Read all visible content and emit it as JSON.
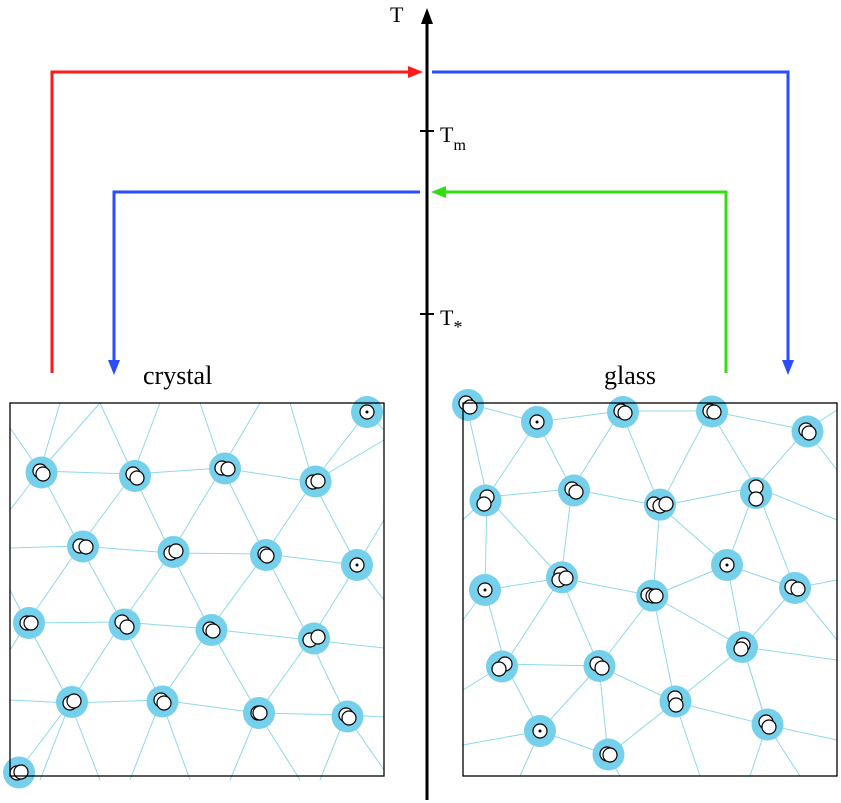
{
  "axis": {
    "label": "T",
    "ticks": [
      {
        "base": "T",
        "sub": "m"
      },
      {
        "base": "T",
        "sub": "*"
      }
    ]
  },
  "panels": {
    "crystal": {
      "label": "crystal",
      "sites": [
        [
          [
            367,
            412,
            0
          ]
        ],
        [
          [
            40,
            471,
            1
          ],
          [
            43,
            474,
            1
          ]
        ],
        [
          [
            133,
            474,
            1
          ],
          [
            137,
            478,
            1
          ]
        ],
        [
          [
            222,
            468,
            1
          ],
          [
            228,
            469,
            1
          ]
        ],
        [
          [
            313,
            482,
            1
          ],
          [
            318,
            481,
            1
          ]
        ],
        [
          [
            80,
            546,
            1
          ],
          [
            86,
            547,
            1
          ]
        ],
        [
          [
            171,
            553,
            1
          ],
          [
            176,
            551,
            1
          ]
        ],
        [
          [
            265,
            554,
            1
          ],
          [
            267,
            556,
            1
          ]
        ],
        [
          [
            357,
            565,
            0
          ]
        ],
        [
          [
            27,
            623,
            1
          ],
          [
            31,
            623,
            1
          ]
        ],
        [
          [
            122,
            622,
            1
          ],
          [
            127,
            627,
            1
          ]
        ],
        [
          [
            210,
            629,
            1
          ],
          [
            213,
            631,
            1
          ]
        ],
        [
          [
            310,
            640,
            1
          ],
          [
            318,
            637,
            1
          ]
        ],
        [
          [
            70,
            703,
            1
          ],
          [
            74,
            701,
            1
          ]
        ],
        [
          [
            161,
            700,
            1
          ],
          [
            164,
            703,
            1
          ]
        ],
        [
          [
            258,
            713,
            1
          ],
          [
            260,
            713,
            1
          ]
        ],
        [
          [
            346,
            715,
            1
          ],
          [
            349,
            718,
            1
          ]
        ],
        [
          [
            17,
            773,
            1
          ],
          [
            21,
            772,
            1
          ]
        ]
      ]
    },
    "glass": {
      "label": "glass",
      "sites": [
        [
          [
            466,
            403,
            1
          ],
          [
            470,
            407,
            1
          ]
        ],
        [
          [
            537,
            422,
            0
          ]
        ],
        [
          [
            621,
            411,
            1
          ],
          [
            625,
            413,
            1
          ]
        ],
        [
          [
            710,
            411,
            1
          ],
          [
            714,
            412,
            1
          ]
        ],
        [
          [
            806,
            430,
            1
          ],
          [
            809,
            433,
            1
          ]
        ],
        [
          [
            487,
            497,
            1
          ],
          [
            484,
            504,
            1
          ]
        ],
        [
          [
            572,
            489,
            1
          ],
          [
            576,
            492,
            1
          ]
        ],
        [
          [
            654,
            504,
            1
          ],
          [
            660,
            506,
            1
          ],
          [
            666,
            504,
            1
          ]
        ],
        [
          [
            756,
            487,
            1
          ],
          [
            756,
            499,
            1
          ]
        ],
        [
          [
            485,
            590,
            0
          ]
        ],
        [
          [
            561,
            574,
            1
          ],
          [
            559,
            580,
            1
          ],
          [
            566,
            578,
            1
          ]
        ],
        [
          [
            648,
            595,
            1
          ],
          [
            653,
            596,
            1
          ],
          [
            656,
            596,
            1
          ]
        ],
        [
          [
            727,
            565,
            0
          ]
        ],
        [
          [
            792,
            587,
            1
          ],
          [
            798,
            589,
            1
          ]
        ],
        [
          [
            505,
            664,
            1
          ],
          [
            499,
            669,
            1
          ]
        ],
        [
          [
            597,
            664,
            1
          ],
          [
            602,
            668,
            1
          ]
        ],
        [
          [
            743,
            645,
            1
          ],
          [
            741,
            649,
            1
          ]
        ],
        [
          [
            675,
            698,
            1
          ],
          [
            676,
            705,
            1
          ]
        ],
        [
          [
            540,
            731,
            0
          ]
        ],
        [
          [
            766,
            722,
            1
          ],
          [
            769,
            727,
            1
          ]
        ],
        [
          [
            607,
            754,
            1
          ],
          [
            610,
            755,
            1
          ]
        ]
      ]
    }
  },
  "colors": {
    "heating": "#ff1a1a",
    "cooling": "#2a4cff",
    "reheat": "#33dd11",
    "halo": "#75d0ec",
    "bond": "#8fd8ea"
  }
}
